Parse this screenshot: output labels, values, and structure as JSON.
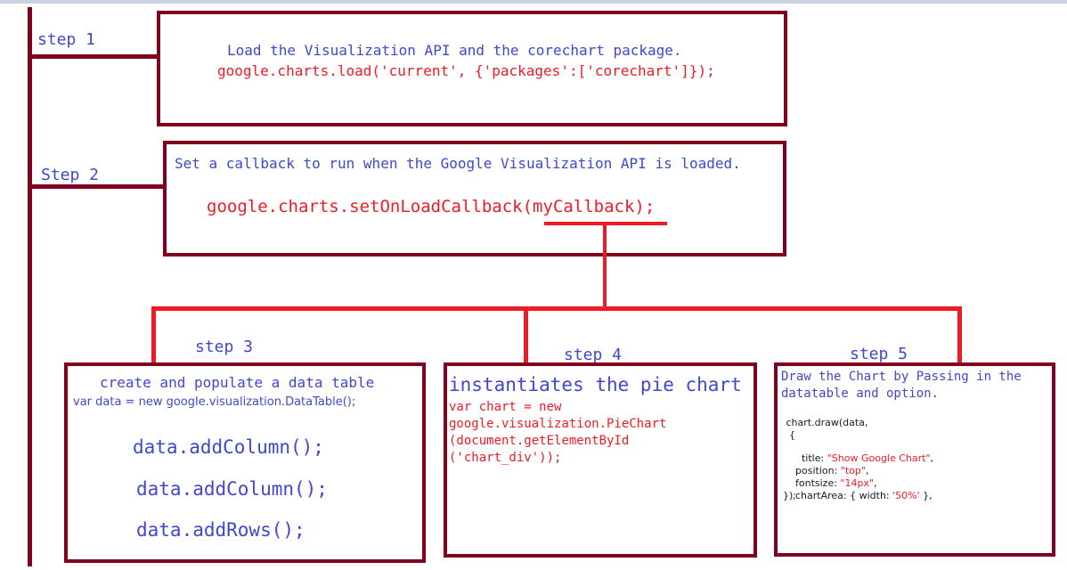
{
  "steps": [
    {
      "label": "step 1",
      "description": "Load the Visualization API and the corechart package.",
      "code": "google.charts.load('current', {'packages':['corechart']});"
    },
    {
      "label": "Step 2",
      "description": "Set a callback to run when the Google Visualization API is loaded.",
      "code": "google.charts.setOnLoadCallback(myCallback);"
    },
    {
      "label": "step 3",
      "description": "create and populate a data table",
      "code": "var data = new google.visualization.DataTable();",
      "calls": [
        "data.addColumn();",
        "data.addColumn();",
        "data.addRows();"
      ]
    },
    {
      "label": "step 4",
      "description": "instantiates the pie chart",
      "code_lines": [
        "var chart = new",
        "google.visualization.PieChart",
        "(document.getElementById",
        "('chart_div'));"
      ]
    },
    {
      "label": "step 5",
      "description_lines": [
        "Draw the Chart by Passing in the",
        "datatable and option."
      ],
      "code": {
        "l1": " chart.draw(data,",
        "l2": "  {",
        "l3_key": "  title: ",
        "l3_val": "\"Show Google Chart\"",
        "l4_key": "position: ",
        "l4_val": "\"top\"",
        "l5_key": "fontsize: ",
        "l5_val": "\"14px\"",
        "l6_key": "chartArea: { width: ",
        "l6_val": "'50%'",
        "l6_end": " },",
        "l7": "});"
      }
    }
  ],
  "colors": {
    "timeline": "#800020",
    "connector": "#ed1c24",
    "text": "#3f48cc",
    "code": "#ed1c24"
  }
}
